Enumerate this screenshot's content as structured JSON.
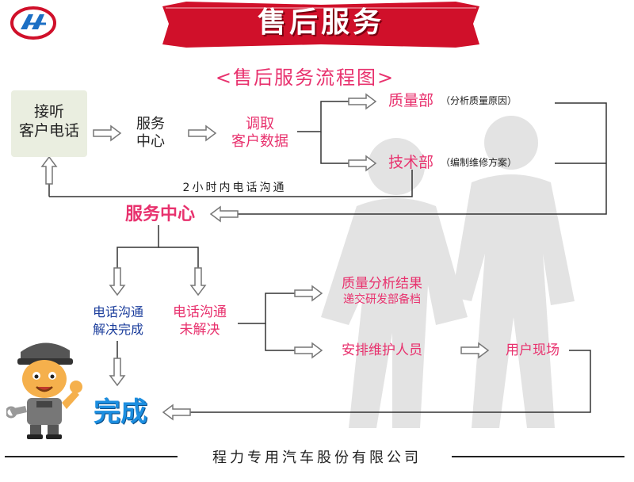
{
  "header": {
    "title": "售后服务",
    "subtitle": "<售后服务流程图>"
  },
  "nodes": {
    "call_line1": "接听",
    "call_line2": "客户电话",
    "service_center_line1": "服务",
    "service_center_line2": "中心",
    "retrieve_line1": "调取",
    "retrieve_line2": "客户数据",
    "quality_dept": "质量部",
    "quality_note": "（分析质量原因）",
    "tech_dept": "技术部",
    "tech_note": "（编制维修方案）",
    "two_hour_comm": "2小时内电话沟通",
    "service_center_main": "服务中心",
    "resolved_line1": "电话沟通",
    "resolved_line2": "解决完成",
    "unresolved_line1": "电话沟通",
    "unresolved_line2": "未解决",
    "quality_result_line1": "质量分析结果",
    "quality_result_line2": "递交研发部备档",
    "arrange_repair": "安排维护人员",
    "customer_site": "用户现场",
    "complete": "完成"
  },
  "footer": {
    "company": "程力专用汽车股份有限公司"
  },
  "colors": {
    "accent_pink": "#e8326e",
    "accent_blue": "#1c3e9c",
    "banner_red": "#d0102a",
    "arrow_gray": "#888888"
  }
}
